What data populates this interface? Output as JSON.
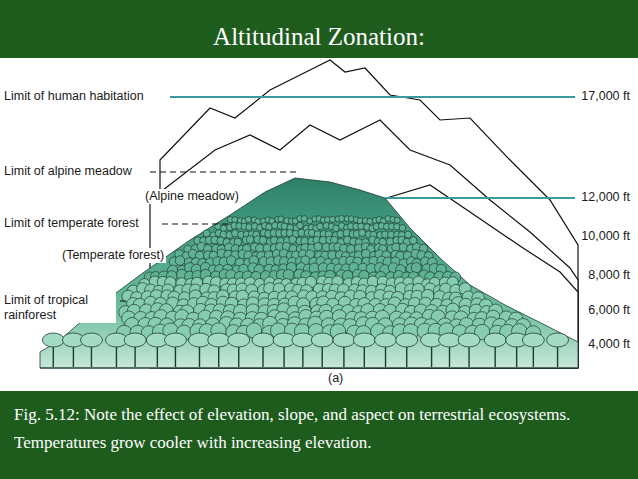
{
  "diagram": {
    "title": "Altitudinal Zonation:",
    "caption": "Fig. 5.12: Note the effect of elevation, slope, and aspect on terrestrial ecosystems.  Temperatures grow cooler with increasing elevation.",
    "labels": [
      "Limit of human habitation",
      "17,000 ft",
      "Limit of alpine meadow",
      "(Alpine meadow)",
      "12,000 ft",
      "Limit of temperate forest",
      "10,000 ft",
      "(Temperate forest)",
      "8,000 ft",
      "Limit of tropical rainforest",
      "6,000 ft",
      "4,000 ft",
      "(a)"
    ]
  }
}
